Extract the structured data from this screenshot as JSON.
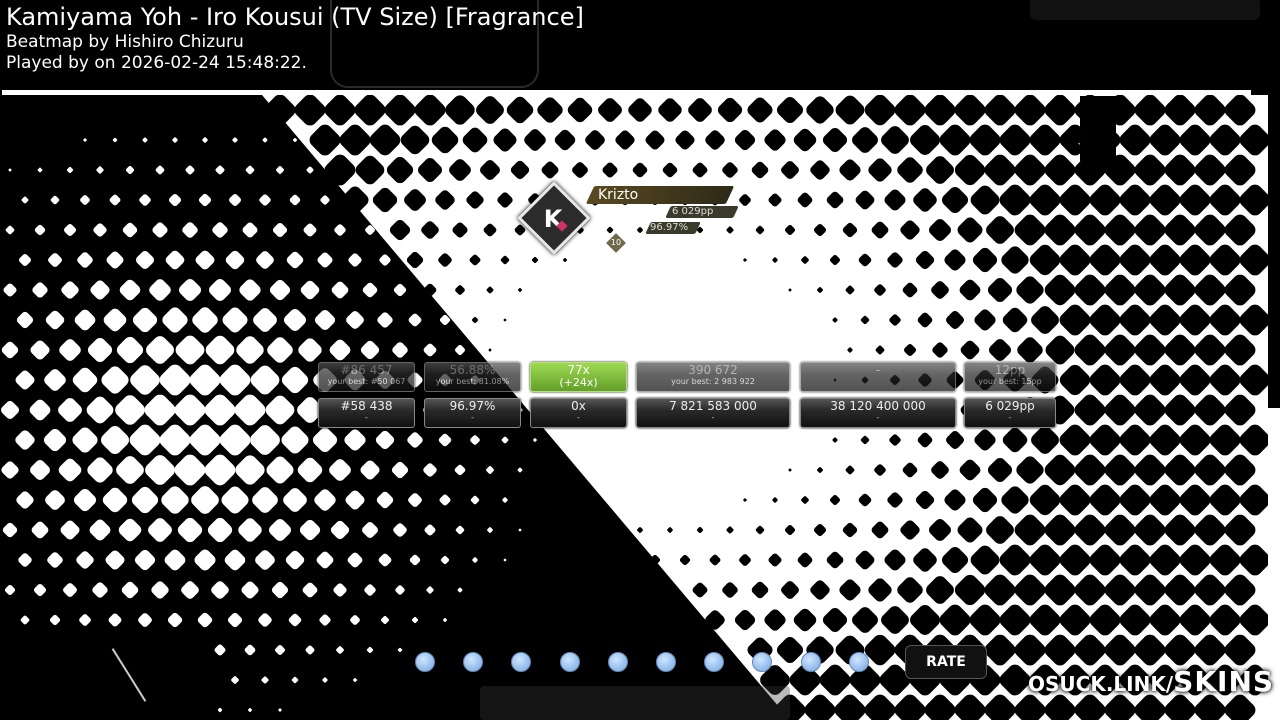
{
  "header": {
    "title": "Kamiyama Yoh - Iro Kousui (TV Size) [Fragrance]",
    "beatmap_by": "Beatmap by Hishiro Chizuru",
    "played_by": "Played by  on 2026-02-24 15:48:22."
  },
  "side_icons": [
    "clapperboard-icon",
    "star-icon"
  ],
  "player": {
    "name": "Krizto",
    "avatar_letter": "K",
    "pp": "6 029pp",
    "accuracy": "96.97%",
    "level": "10"
  },
  "stats": {
    "top_row": [
      {
        "main": "#86 457",
        "sub": "your best: #50 067"
      },
      {
        "main": "56.88%",
        "sub": "your best: 81.08%"
      },
      {
        "main": "77x",
        "sub": "(+24x)"
      },
      {
        "main": "390 672",
        "sub": "your best: 2 983 922"
      },
      {
        "main": "-",
        "sub": ""
      },
      {
        "main": "12pp",
        "sub": "your best: 15pp"
      }
    ],
    "bottom_row": [
      {
        "main": "#58 438",
        "sub": "-"
      },
      {
        "main": "96.97%",
        "sub": "-"
      },
      {
        "main": "0x",
        "sub": "-"
      },
      {
        "main": "7 821 583 000",
        "sub": "-"
      },
      {
        "main": "38 120 400 000",
        "sub": "-"
      },
      {
        "main": "6 029pp",
        "sub": "-"
      }
    ]
  },
  "rating": {
    "stars": 10,
    "button_label": "RATE"
  },
  "watermark": {
    "prefix": "OSUCK.LINK/",
    "suffix": "SKINS"
  },
  "colors": {
    "background": "#000000",
    "highlight_green": "#7cc233",
    "star_gold": "#f5b833",
    "rating_dot": "#a8cbf2"
  }
}
